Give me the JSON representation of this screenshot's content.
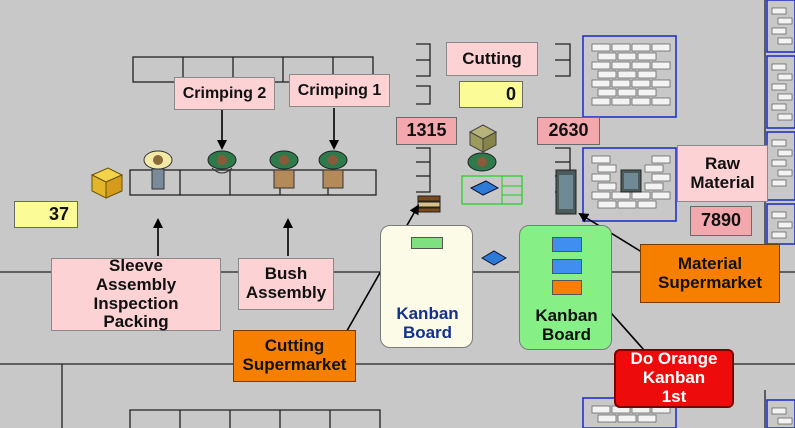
{
  "labels": {
    "cutting": "Cutting",
    "crimping2": "Crimping 2",
    "crimping1": "Crimping 1",
    "raw_material": "Raw Material",
    "sleeve_assembly": "Sleeve Assembly Inspection Packing",
    "bush_assembly": "Bush Assembly",
    "cutting_supermarket": "Cutting Supermarket",
    "material_supermarket": "Material Supermarket",
    "do_orange": "Do Orange Kanban 1st",
    "kanban_board_left": "Kanban Board",
    "kanban_board_right": "Kanban Board"
  },
  "counters": {
    "cutting_count": "0",
    "left_count": "37",
    "inv_1315": "1315",
    "inv_2630": "2630",
    "inv_7890": "7890"
  },
  "colors": {
    "background": "#c8c8c8",
    "label_pink": "#fcd2d4",
    "counter_yellow": "#fbfb98",
    "callout_orange": "#f77f00",
    "alert_red": "#ee0b0b",
    "kanban_green": "#86f086",
    "kanban_text_blue": "#13318f"
  },
  "icons": [
    "operator-icon",
    "box-icon",
    "rack-icon",
    "pallet-icon",
    "arrow-icon"
  ]
}
